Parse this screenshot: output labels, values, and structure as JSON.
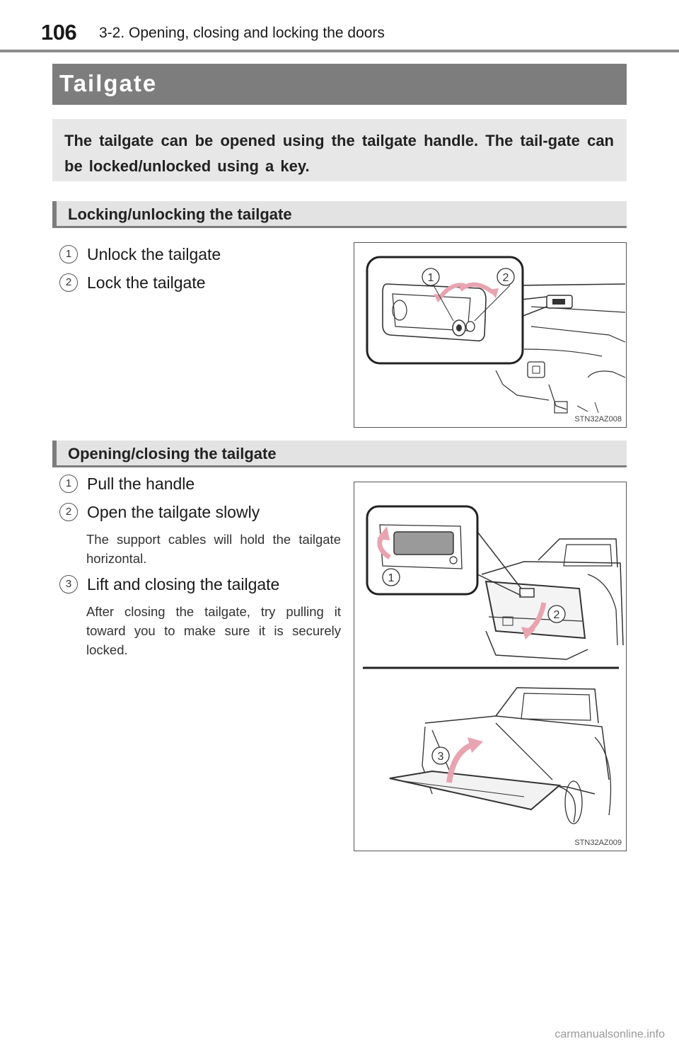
{
  "header": {
    "page_number": "106",
    "chapter": "3-2. Opening, closing and locking the doors"
  },
  "section": {
    "title": "Tailgate",
    "intro": "The tailgate can be opened using the tailgate handle. The tail-gate can be locked/unlocked using a key."
  },
  "locking": {
    "heading": "Locking/unlocking the tailgate",
    "steps": [
      {
        "num": "1",
        "text": "Unlock the tailgate"
      },
      {
        "num": "2",
        "text": "Lock the tailgate"
      }
    ],
    "figure": {
      "code": "STN32AZ008",
      "callouts": [
        "1",
        "2"
      ]
    }
  },
  "opening": {
    "heading": "Opening/closing the tailgate",
    "steps": [
      {
        "num": "1",
        "text": "Pull the handle",
        "note": ""
      },
      {
        "num": "2",
        "text": "Open the tailgate slowly",
        "note": "The support cables will hold the tailgate horizontal."
      },
      {
        "num": "3",
        "text": "Lift and closing the tailgate",
        "note": "After closing the tailgate, try pulling it toward you to make sure it is securely locked."
      }
    ],
    "figure": {
      "code": "STN32AZ009",
      "callouts": [
        "1",
        "2",
        "3"
      ]
    }
  },
  "watermark": "carmanualsonline.info",
  "colors": {
    "banner": "#7d7d7d",
    "subbar": "#e3e3e3",
    "intro_box": "#e7e7e7",
    "arrow_pink": "#e8a4b0"
  }
}
